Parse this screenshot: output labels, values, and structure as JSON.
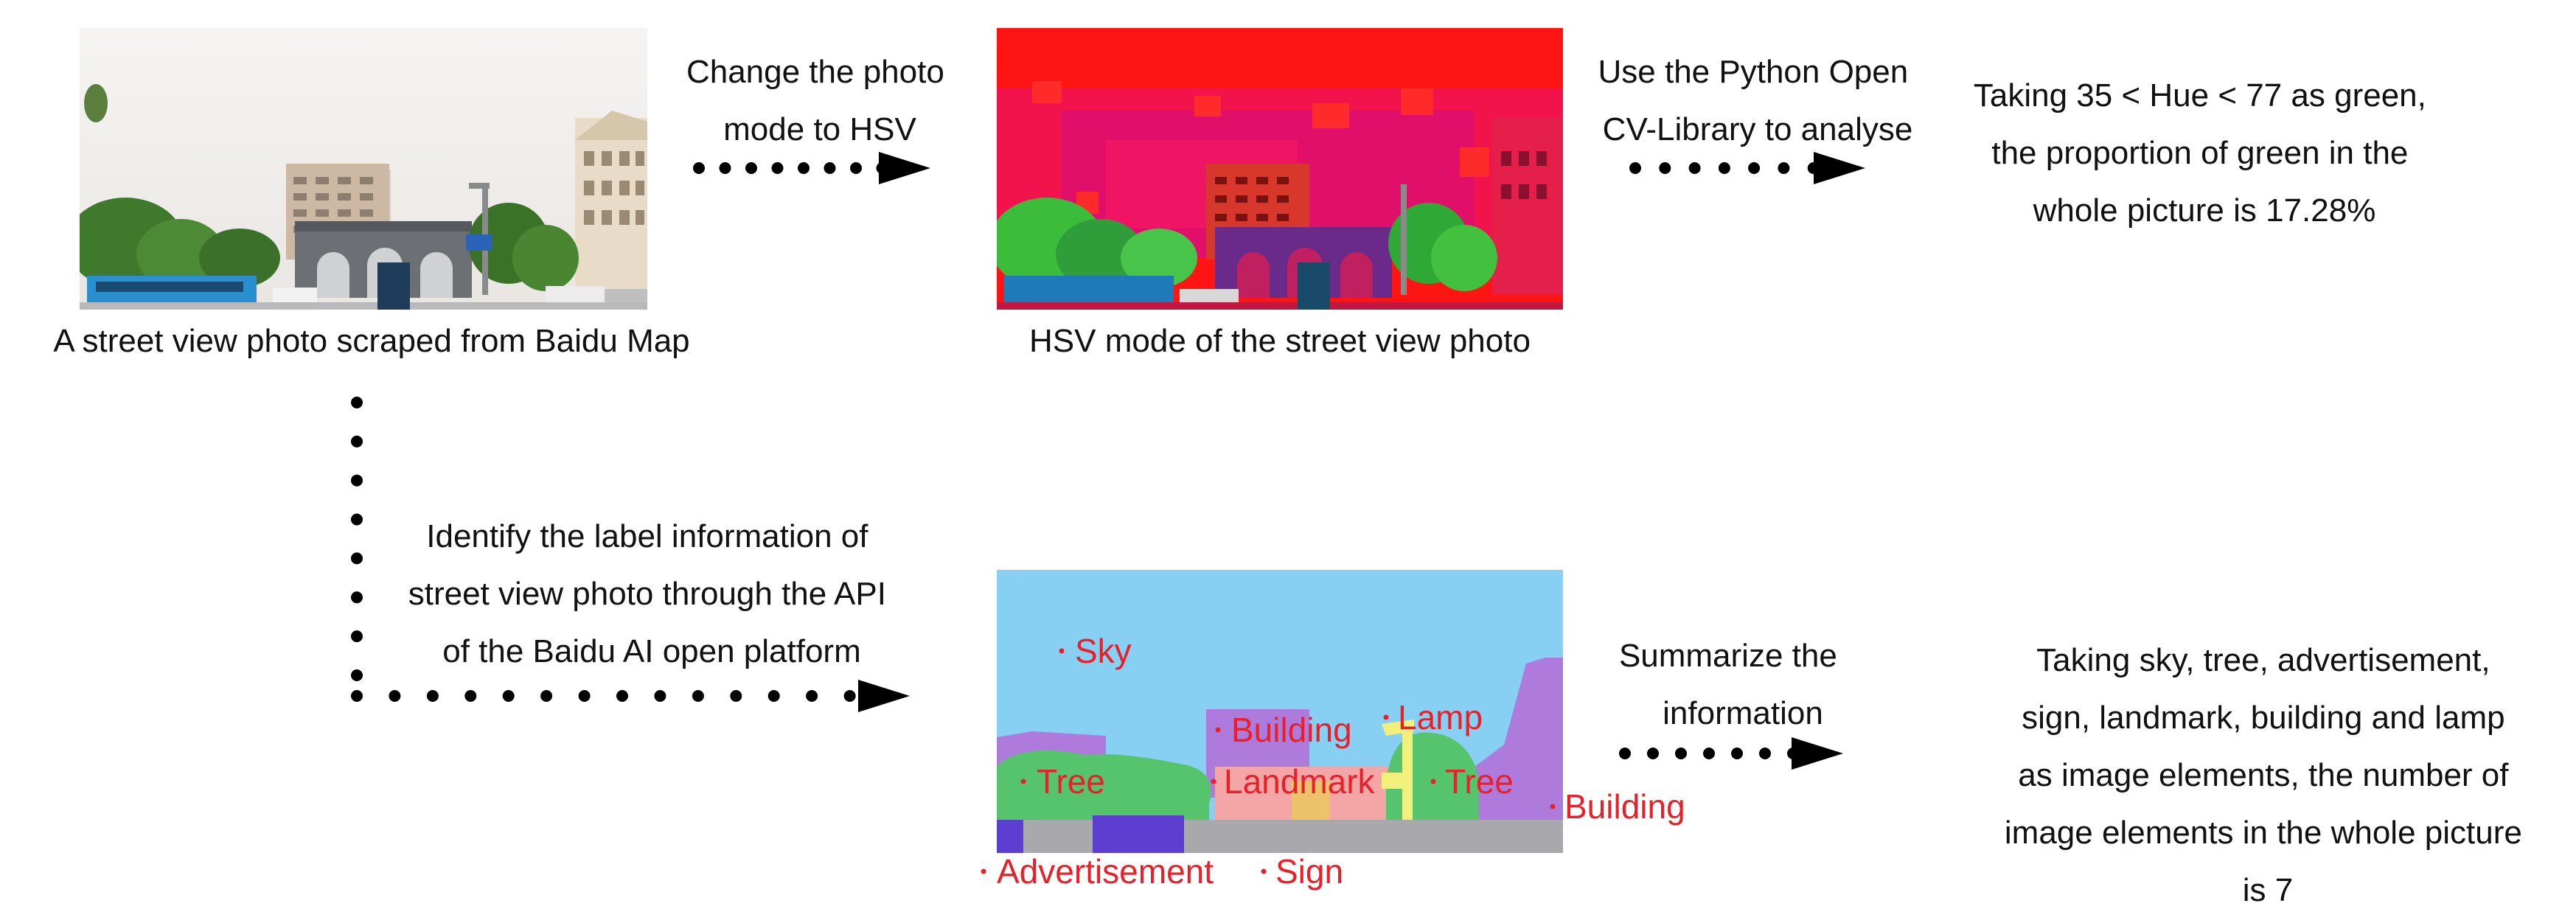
{
  "caption_street_photo": "A street view photo scraped from Baidu Map",
  "caption_hsv_photo": "HSV mode of the street view photo",
  "step_hsv": [
    "Change the photo",
    "mode to HSV"
  ],
  "step_opencv": [
    "Use the Python Open",
    "CV-Library to analyse"
  ],
  "result_green": [
    "Taking 35 < Hue < 77 as green,",
    "the proportion of green in the",
    "whole picture is 17.28%"
  ],
  "step_api": [
    "Identify the label information of",
    "street view photo through the API",
    "of the Baidu AI open platform"
  ],
  "step_summarize": [
    "Summarize the",
    "information"
  ],
  "result_elements": [
    "Taking sky, tree, advertisement,",
    "sign, landmark, building and lamp",
    "as image elements, the number of",
    "image elements in the whole picture",
    "is 7"
  ],
  "segment_labels": {
    "sky": "Sky",
    "building_1": "Building",
    "lamp": "Lamp",
    "tree_1": "Tree",
    "landmark": "Landmark",
    "tree_2": "Tree",
    "building_2": "Building",
    "advertisement": "Advertisement",
    "sign": "Sign"
  },
  "colors": {
    "segment_label": "#e8202a",
    "sky": "#87d0f3",
    "tree": "#55c46d",
    "building": "#ae7bdd",
    "landmark": "#f4a6a6",
    "lamp": "#f2ef7a",
    "sign": "#ecc36a",
    "advertisement": "#5c3fd0",
    "road": "#a9a9ad",
    "hsv_red": "#ff1a1a",
    "hsv_magenta": "#e0106a"
  }
}
